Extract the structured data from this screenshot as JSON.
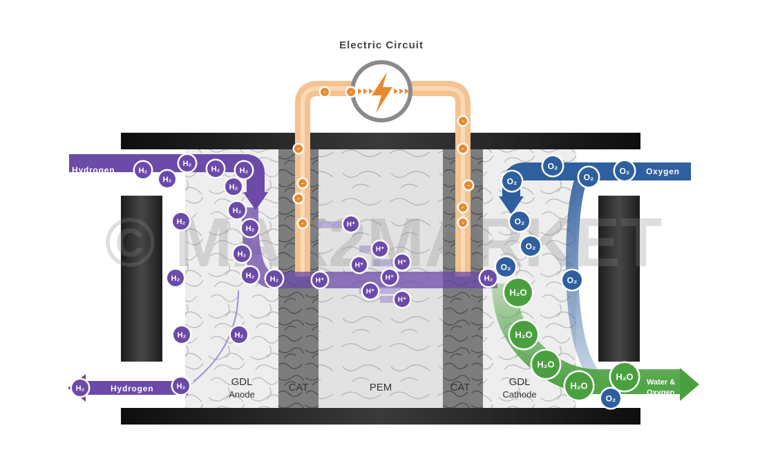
{
  "title": "Electric Circuit",
  "labels": {
    "hydrogen_in": "Hydrogen",
    "hydrogen_out": "Hydrogen",
    "oxygen_in": "Oxygen",
    "water_oxygen_line1": "Water &",
    "water_oxygen_line2": "Oxygen"
  },
  "layers": [
    {
      "line1": "GDL",
      "line2": "Anode"
    },
    {
      "line1": "CAT",
      "line2": ""
    },
    {
      "line1": "PEM",
      "line2": ""
    },
    {
      "line1": "CAT",
      "line2": ""
    },
    {
      "line1": "GDL",
      "line2": "Cathode"
    }
  ],
  "molecules": {
    "h2": "H₂",
    "o2": "O₂",
    "h2o": "H₂O",
    "proton": "H⁺",
    "electron": "-"
  },
  "watermark": "© MAX2MARKET",
  "colors": {
    "hydrogen": "#6b4aa8",
    "oxygen": "#2e5f9e",
    "water": "#4aa03f",
    "electron": "#e8892e",
    "circuit": "#f3c391",
    "plate": "#1a1a1a"
  },
  "icons": {
    "circuit": "lightning-bolt-icon"
  }
}
